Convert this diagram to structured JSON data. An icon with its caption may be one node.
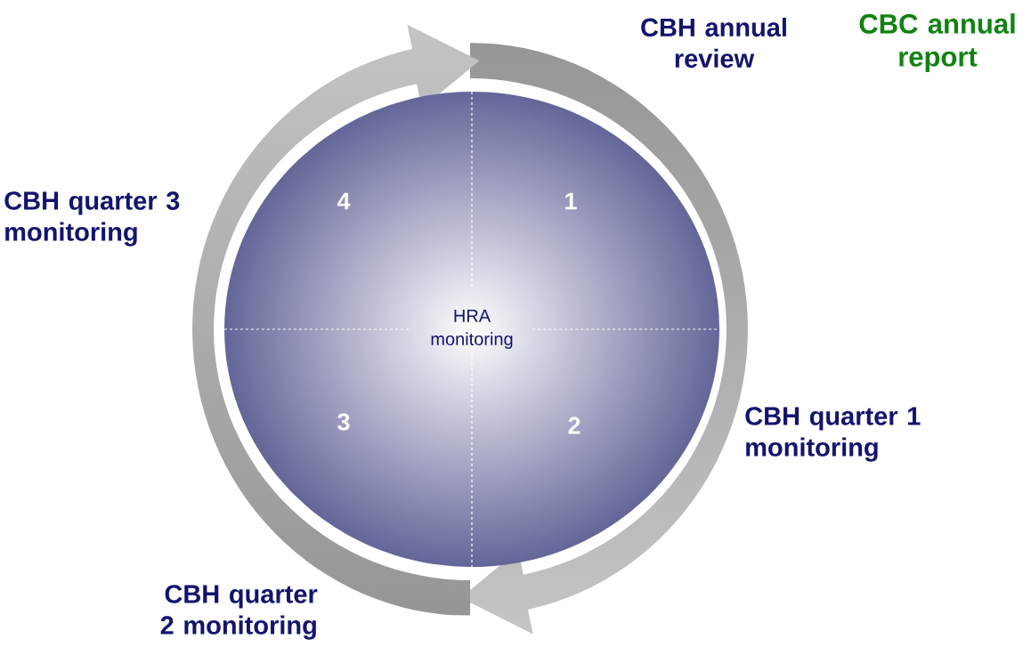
{
  "diagram": {
    "nodes": [
      {
        "text": [
          "HRA monitoring"
        ]
      }
    ],
    "labels": [
      "CBH annual review",
      "CBC annual report",
      "CBH quarter 3 monitoring",
      "4",
      "1",
      "3",
      "2",
      "CBH quarter 1 monitoring",
      "CBH quarter 2 monitoring"
    ]
  }
}
